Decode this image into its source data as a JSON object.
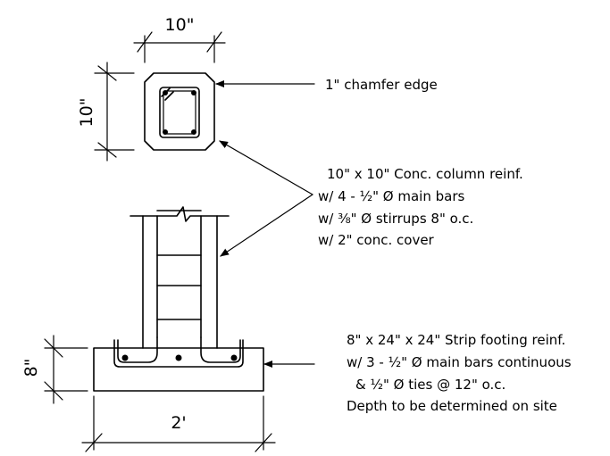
{
  "dimensions": {
    "column_width": "10\"",
    "column_height": "10\"",
    "footing_depth": "8\"",
    "footing_width": "2'"
  },
  "notes": {
    "chamfer": "1\" chamfer edge",
    "column": [
      "10\" x 10\" Conc. column reinf.",
      "w/  4 - ½\" Ø main bars",
      "w/ ⅜\" Ø stirrups 8\" o.c.",
      "w/ 2\" conc. cover"
    ],
    "footing": [
      "8\" x 24\" x 24\" Strip footing reinf.",
      "w/  3 - ½\" Ø main bars continuous",
      "&   ½\" Ø ties @ 12\" o.c.",
      "Depth to be determined on site"
    ]
  }
}
